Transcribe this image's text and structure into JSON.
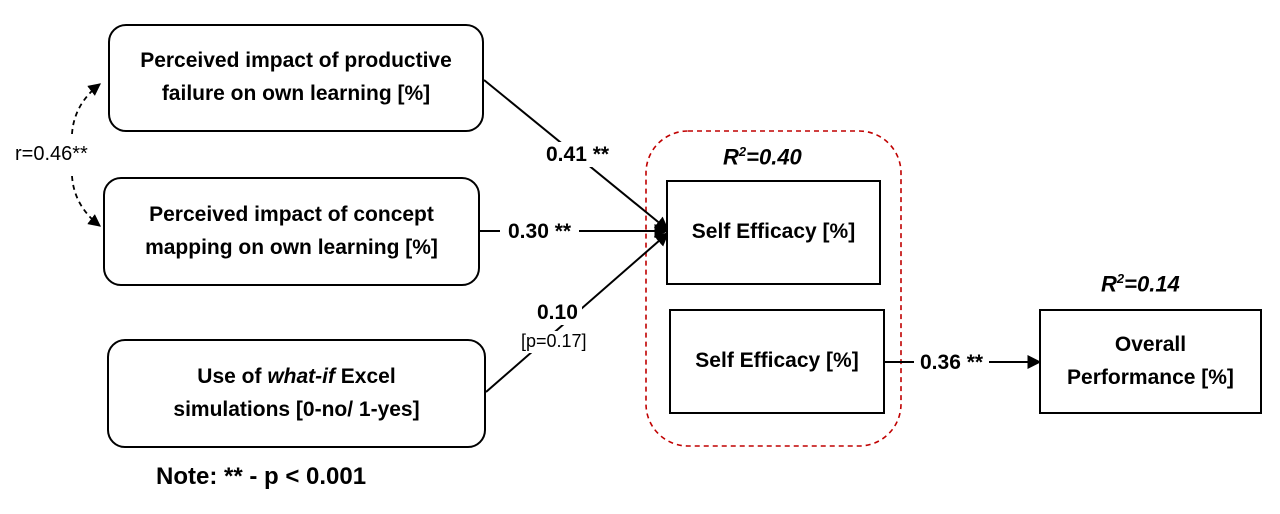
{
  "nodes": {
    "pf_line1": "Perceived impact of productive",
    "pf_line2": "failure on own learning [%]",
    "cm_line1": "Perceived impact of concept",
    "cm_line2": "mapping on own learning [%]",
    "wi_prefix": "Use of ",
    "wi_italic": "what-if",
    "wi_suffix": " Excel",
    "wi_line2": "simulations [0-no/ 1-yes]",
    "se_top": "Self Efficacy [%]",
    "se_bottom": "Self Efficacy [%]",
    "op_line1": "Overall",
    "op_line2": "Performance [%]"
  },
  "paths": {
    "correlation": "r=0.46**",
    "pf_to_se": "0.41 **",
    "cm_to_se": "0.30 **",
    "wi_to_se": "0.10",
    "wi_p": "[p=0.17]",
    "se_to_op": "0.36 **"
  },
  "r2": {
    "se_prefix": "R",
    "se_sup": "2",
    "se_value": "=0.40",
    "op_prefix": "R",
    "op_sup": "2",
    "op_value": "=0.14"
  },
  "note": "Note: ** - p < 0.001",
  "colors": {
    "group_border": "#c00000",
    "stroke": "#000000"
  }
}
